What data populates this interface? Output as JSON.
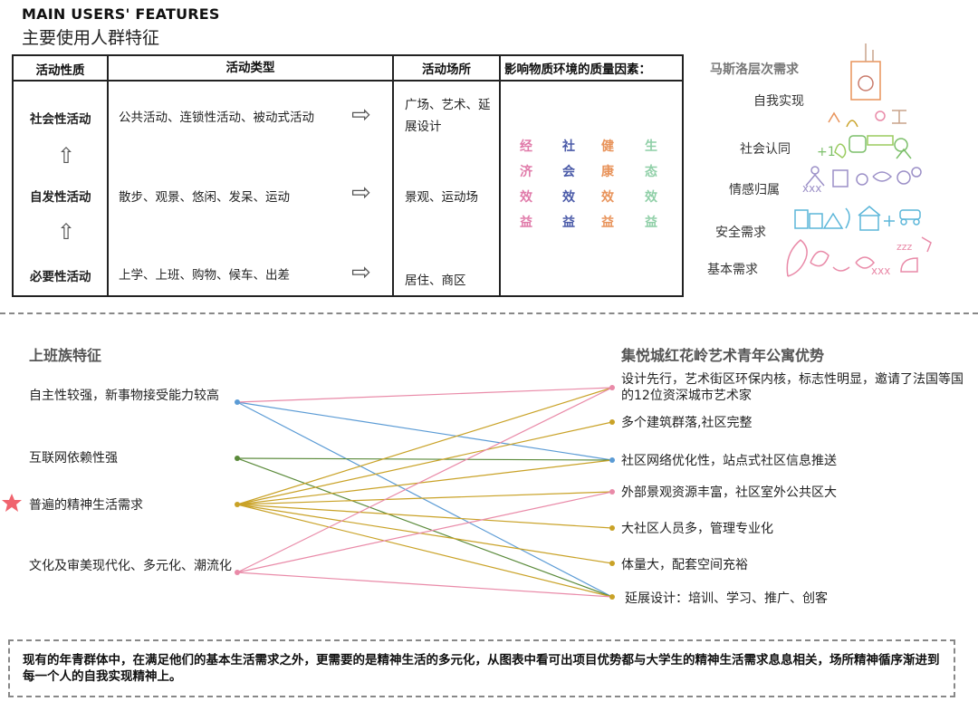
{
  "header": {
    "title_en": "MAIN USERS' FEATURES",
    "title_cn": "主要使用人群特征"
  },
  "table": {
    "headers": [
      "活动性质",
      "活动类型",
      "活动场所",
      "影响物质环境的质量因素："
    ],
    "rows": [
      {
        "nature": "社会性活动",
        "types": "公共活动、连锁性活动、被动式活动",
        "place": "广场、艺术、延展设计"
      },
      {
        "nature": "自发性活动",
        "types": "散步、观景、悠闲、发呆、运动",
        "place": "景观、运动场"
      },
      {
        "nature": "必要性活动",
        "types": "上学、上班、购物、候车、出差",
        "place": "居住、商区"
      }
    ],
    "factors": [
      {
        "text": "经济效益",
        "color": "#e07aa9"
      },
      {
        "text": "社会效益",
        "color": "#4a5aa8"
      },
      {
        "text": "健康效益",
        "color": "#e8935a"
      },
      {
        "text": "生态效益",
        "color": "#8fcfa7"
      }
    ]
  },
  "maslow": {
    "title": "马斯洛层次需求",
    "levels": [
      "自我实现",
      "社会认同",
      "情感归属",
      "安全需求",
      "基本需求"
    ]
  },
  "workers": {
    "title": "上班族特征",
    "items": [
      "自主性较强，新事物接受能力较高",
      "互联网依赖性强",
      "普遍的精神生活需求",
      "文化及审美现代化、多元化、潮流化"
    ]
  },
  "advantages": {
    "title": "集悦城红花岭艺术青年公寓优势",
    "items": [
      "设计先行，艺术街区环保内核，标志性明显，邀请了法国等国的12位资深城市艺术家",
      "多个建筑群落,社区完整",
      "社区网络优化性，站点式社区信息推送",
      "外部景观资源丰富，社区室外公共区大",
      "大社区人员多，管理专业化",
      "体量大，配套空间充裕",
      "延展设计：培训、学习、推广、创客"
    ]
  },
  "links": [
    {
      "from": 0,
      "to": 2,
      "color": "#5b9bd5"
    },
    {
      "from": 0,
      "to": 6,
      "color": "#5b9bd5"
    },
    {
      "from": 1,
      "to": 2,
      "color": "#5a8a3a"
    },
    {
      "from": 1,
      "to": 6,
      "color": "#5a8a3a"
    },
    {
      "from": 2,
      "to": 0,
      "color": "#c9a227"
    },
    {
      "from": 2,
      "to": 1,
      "color": "#c9a227"
    },
    {
      "from": 2,
      "to": 2,
      "color": "#c9a227"
    },
    {
      "from": 2,
      "to": 3,
      "color": "#c9a227"
    },
    {
      "from": 2,
      "to": 4,
      "color": "#c9a227"
    },
    {
      "from": 2,
      "to": 5,
      "color": "#c9a227"
    },
    {
      "from": 2,
      "to": 6,
      "color": "#c9a227"
    },
    {
      "from": 3,
      "to": 0,
      "color": "#e98aa8"
    },
    {
      "from": 3,
      "to": 3,
      "color": "#e98aa8"
    },
    {
      "from": 3,
      "to": 6,
      "color": "#e98aa8"
    },
    {
      "from": 0,
      "to": 0,
      "color": "#e98aa8"
    }
  ],
  "colors": {
    "left_dots": [
      "#5b9bd5",
      "#5a8a3a",
      "#c9a227",
      "#e98aa8"
    ],
    "right_dots": [
      "#e98aa8",
      "#c9a227",
      "#5b9bd5",
      "#e98aa8",
      "#c9a227",
      "#c9a227",
      "#c9a227"
    ],
    "star": "#f0646e"
  },
  "summary": {
    "text": "现有的年青群体中，在满足他们的基本生活需求之外，更需要的是精神生活的多元化，从图表中看可出项目优势都与大学生的精神生活需求息息相关，场所精神循序渐进到每一个人的自我实现精神上。"
  }
}
